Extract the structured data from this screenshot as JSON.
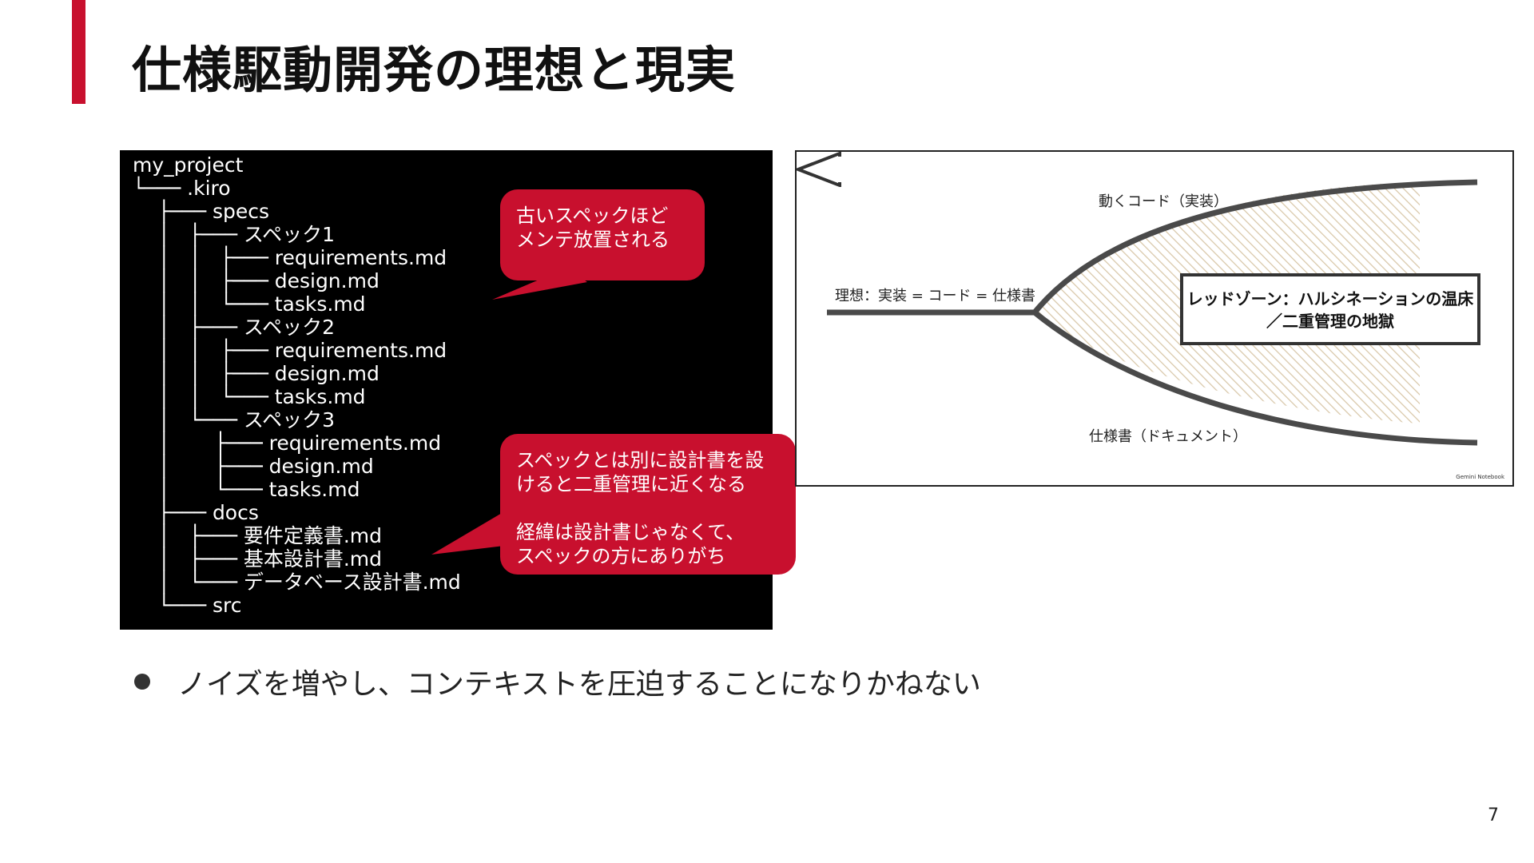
{
  "slide": {
    "title": "仕様駆動開発の理想と現実",
    "page_number": "7",
    "accent_color": "#c8102e"
  },
  "tree": {
    "lines": [
      "my_project",
      "└─── .kiro",
      "    ├─── specs",
      "    │   ├─── スペック1",
      "    │   │   ├─── requirements.md",
      "    │   │   ├─── design.md",
      "    │   │   └─── tasks.md",
      "    │   ├─── スペック2",
      "    │   │   ├─── requirements.md",
      "    │   │   ├─── design.md",
      "    │   │   └─── tasks.md",
      "    │   └─── スペック3",
      "    │       ├─── requirements.md",
      "    │       ├─── design.md",
      "    │       └─── tasks.md",
      "    ├─── docs",
      "    │   ├─── 要件定義書.md",
      "    │   ├─── 基本設計書.md",
      "    │   └─── データベース設計書.md",
      "    └─── src"
    ]
  },
  "callouts": {
    "top": "古いスペックほど\nメンテ放置される",
    "bottom_1": "スペックとは別に設計書を設\nけると二重管理に近くなる",
    "bottom_2": "経緯は設計書じゃなくて、\nスペックの方にありがち"
  },
  "diagram": {
    "label_ideal": "理想：実装 = コード = 仕様書",
    "label_code": "動くコード（実装）",
    "label_spec": "仕様書（ドキュメント）",
    "redzone_line1": "レッドゾーン：ハルシネーションの温床",
    "redzone_line2": "／二重管理の地獄",
    "brand": "Gemini Notebook",
    "line_color": "#4a4a4a",
    "hatch_color": "#d8c7a8"
  },
  "bullets": [
    "ノイズを増やし、コンテキストを圧迫することになりかねない"
  ]
}
